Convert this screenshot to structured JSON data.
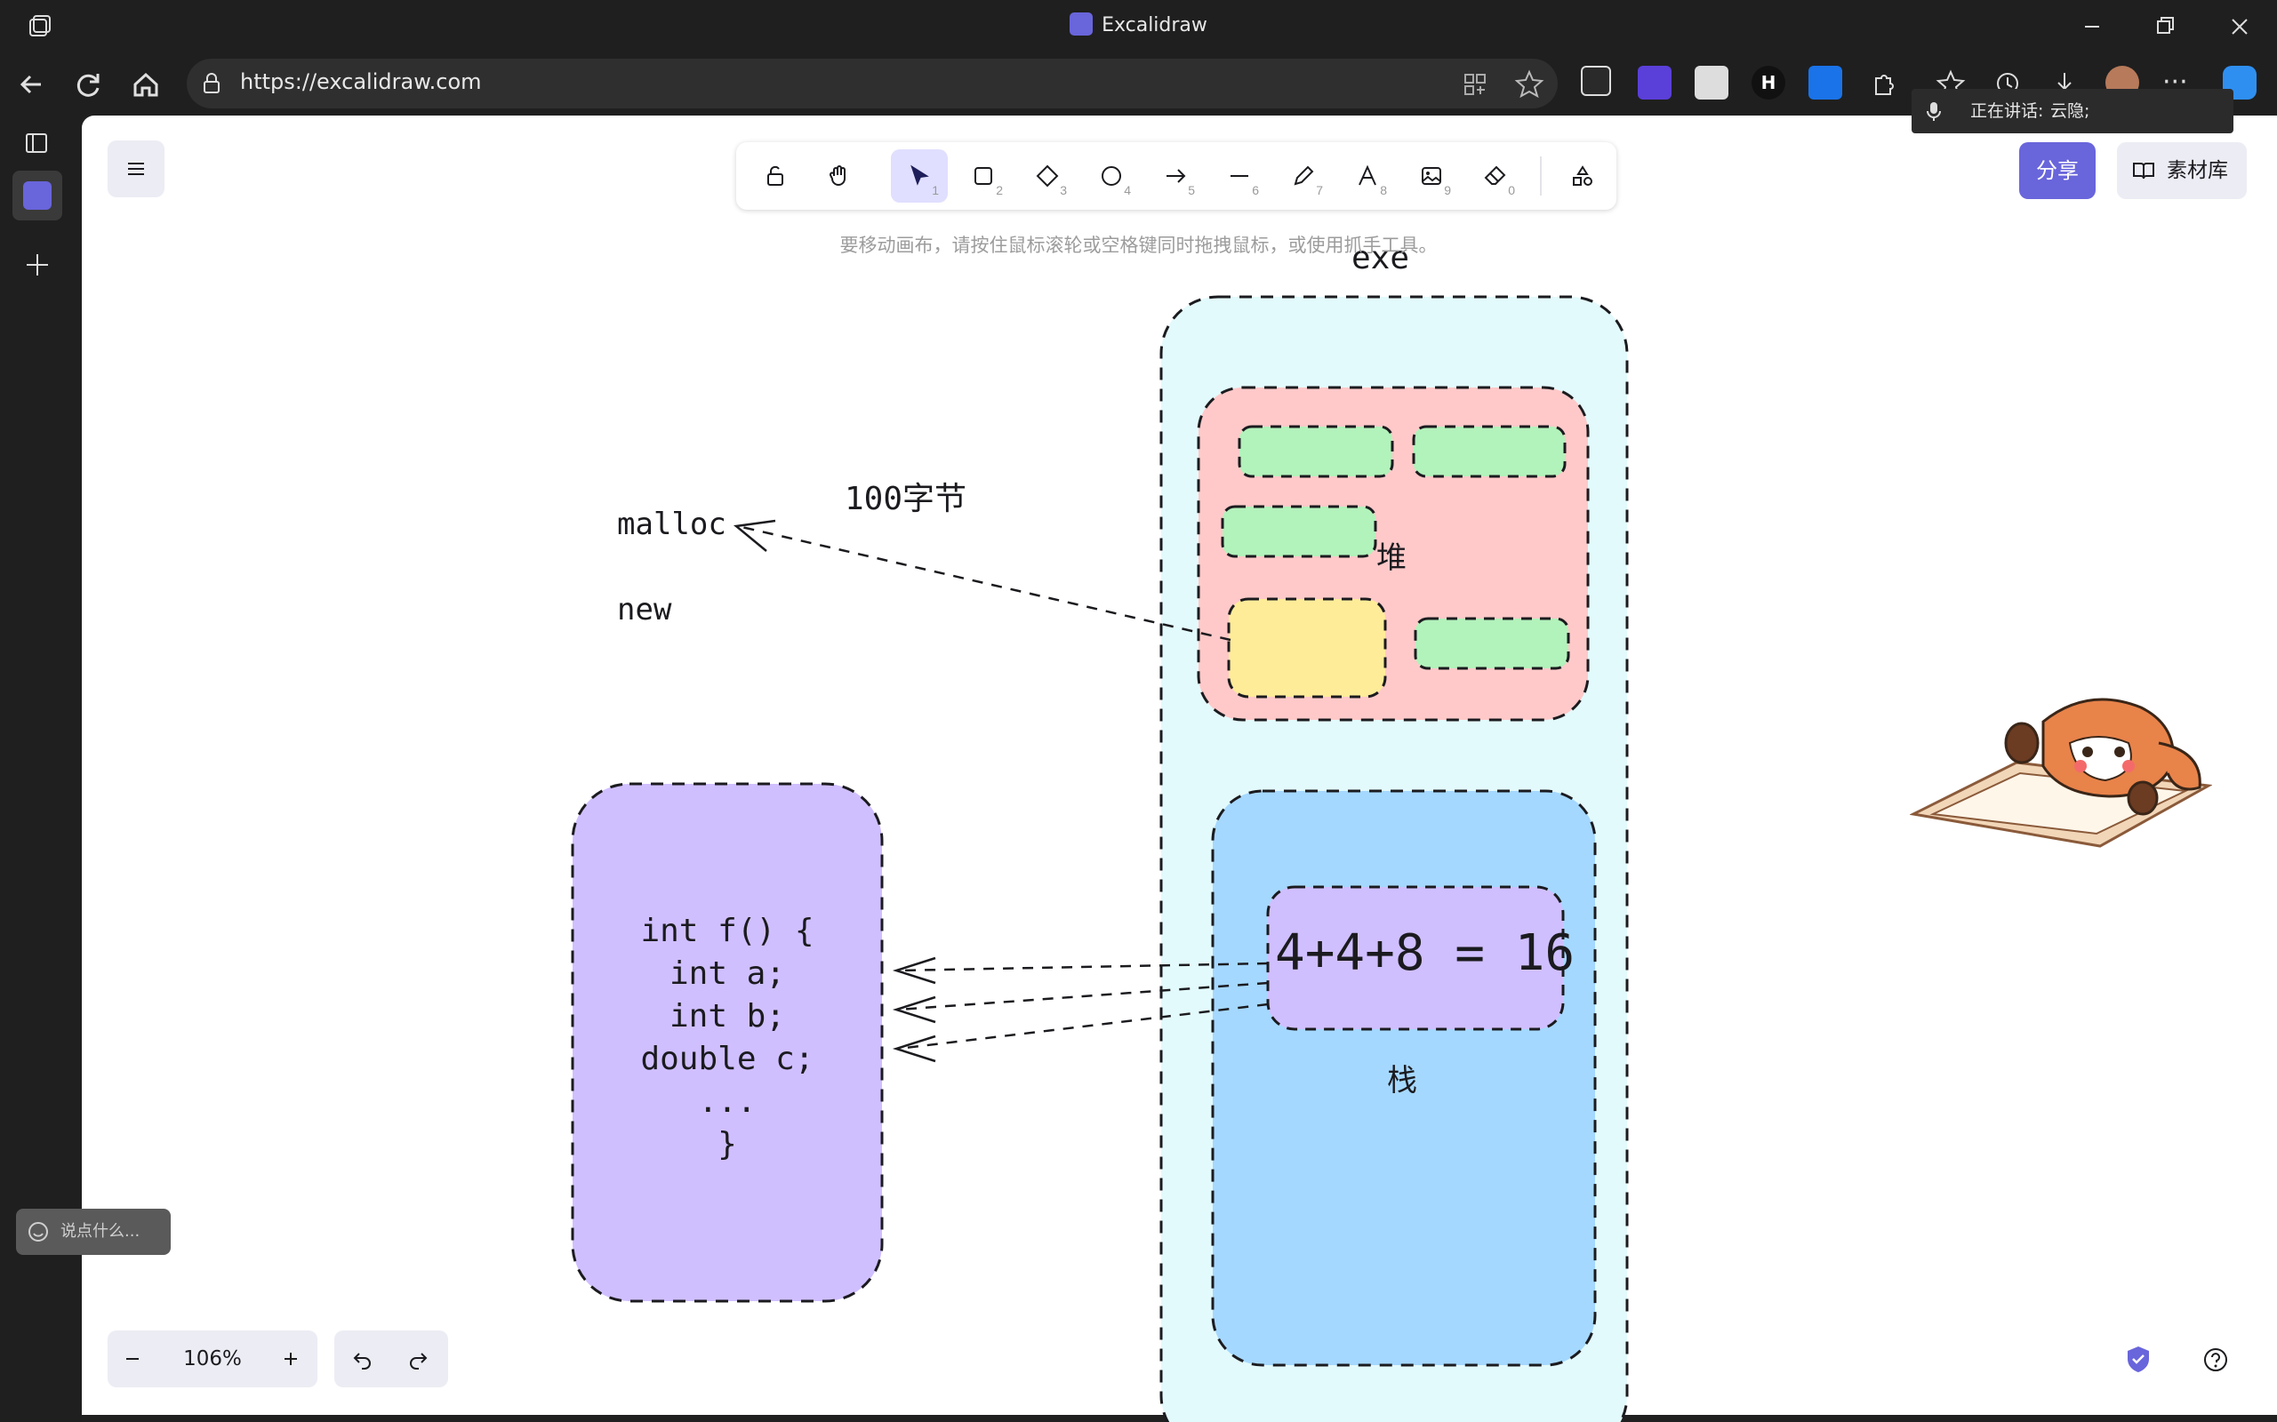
{
  "window": {
    "title": "Excalidraw"
  },
  "browser": {
    "url": "https://excalidraw.com"
  },
  "voice_bar": {
    "label": "正在讲话:",
    "speaker": "云隐;"
  },
  "toolbar": {
    "tools": [
      {
        "name": "lock",
        "num": ""
      },
      {
        "name": "hand",
        "num": ""
      },
      {
        "name": "selection",
        "num": "1"
      },
      {
        "name": "rectangle",
        "num": "2"
      },
      {
        "name": "diamond",
        "num": "3"
      },
      {
        "name": "ellipse",
        "num": "4"
      },
      {
        "name": "arrow",
        "num": "5"
      },
      {
        "name": "line",
        "num": "6"
      },
      {
        "name": "draw",
        "num": "7"
      },
      {
        "name": "text",
        "num": "8"
      },
      {
        "name": "image",
        "num": "9"
      },
      {
        "name": "eraser",
        "num": "0"
      },
      {
        "name": "more-tools",
        "num": ""
      }
    ],
    "active_tool": "selection"
  },
  "hint": "要移动画布，请按住鼠标滚轮或空格键同时拖拽鼠标，或使用抓手工具。",
  "header": {
    "share_label": "分享",
    "library_label": "素材库"
  },
  "drawing": {
    "exe_label": "exe",
    "heap_label": "堆",
    "stack_label": "栈",
    "bytes_label": "100字节",
    "malloc_label": "malloc",
    "new_label": "new",
    "stack_calc": "4+4+8 = 16",
    "code_lines": [
      "int f() {",
      "int a;",
      "int b;",
      "double c;",
      "...",
      "}"
    ]
  },
  "footer": {
    "zoom": "106%"
  },
  "chat": {
    "placeholder": "说点什么..."
  },
  "colors": {
    "accent": "#6965db",
    "heap": "#ffc9c9",
    "stack": "#a5d8ff",
    "exe": "#e3fafc",
    "block_green": "#b2f2bb",
    "block_yellow": "#ffec99",
    "code_box": "#d0bfff"
  }
}
